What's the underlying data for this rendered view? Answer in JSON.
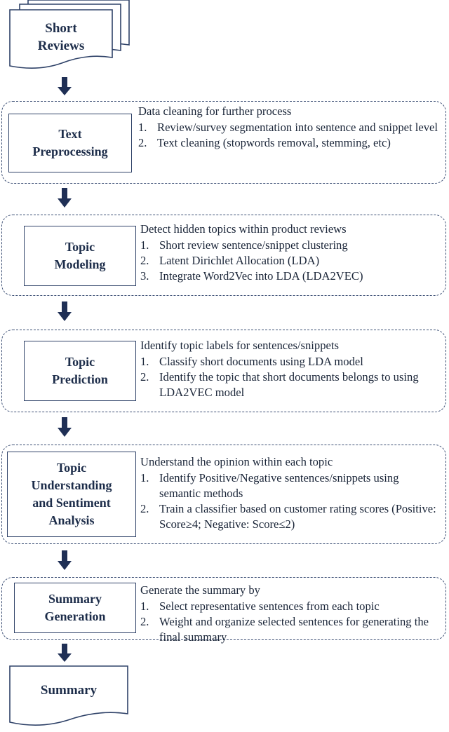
{
  "input_document": {
    "label_line1": "Short",
    "label_line2": "Reviews"
  },
  "stages": [
    {
      "title_lines": [
        "Text",
        "Preprocessing"
      ],
      "heading": "Data cleaning for further process",
      "steps": [
        {
          "num": "1.",
          "text": "Review/survey segmentation into sentence and snippet level"
        },
        {
          "num": "2.",
          "text": "Text cleaning (stopwords removal, stemming, etc)"
        }
      ]
    },
    {
      "title_lines": [
        "Topic",
        "Modeling"
      ],
      "heading": "Detect hidden topics within product reviews",
      "steps": [
        {
          "num": "1.",
          "text": "Short review sentence/snippet clustering"
        },
        {
          "num": "2.",
          "text": "Latent Dirichlet Allocation (LDA)"
        },
        {
          "num": "3.",
          "text": "Integrate Word2Vec into LDA (LDA2VEC)"
        }
      ]
    },
    {
      "title_lines": [
        "Topic",
        "Prediction"
      ],
      "heading": "Identify topic labels for sentences/snippets",
      "steps": [
        {
          "num": "1.",
          "text": "Classify short documents using LDA model"
        },
        {
          "num": "2.",
          "text": "Identify the topic that short documents belongs to using LDA2VEC model"
        }
      ]
    },
    {
      "title_lines": [
        "Topic",
        "Understanding",
        "and Sentiment",
        "Analysis"
      ],
      "heading": "Understand the opinion within each topic",
      "steps": [
        {
          "num": "1.",
          "text": "Identify Positive/Negative sentences/snippets using semantic methods"
        },
        {
          "num": "2.",
          "text": "Train a classifier based on customer rating scores (Positive: Score≥4; Negative: Score≤2)"
        }
      ]
    },
    {
      "title_lines": [
        "Summary",
        "Generation"
      ],
      "heading": "Generate the summary by",
      "steps": [
        {
          "num": "1.",
          "text": "Select representative sentences from each topic"
        },
        {
          "num": "2.",
          "text": "Weight and organize selected sentences for generating the final summary"
        }
      ]
    }
  ],
  "output_document": {
    "label": "Summary"
  }
}
